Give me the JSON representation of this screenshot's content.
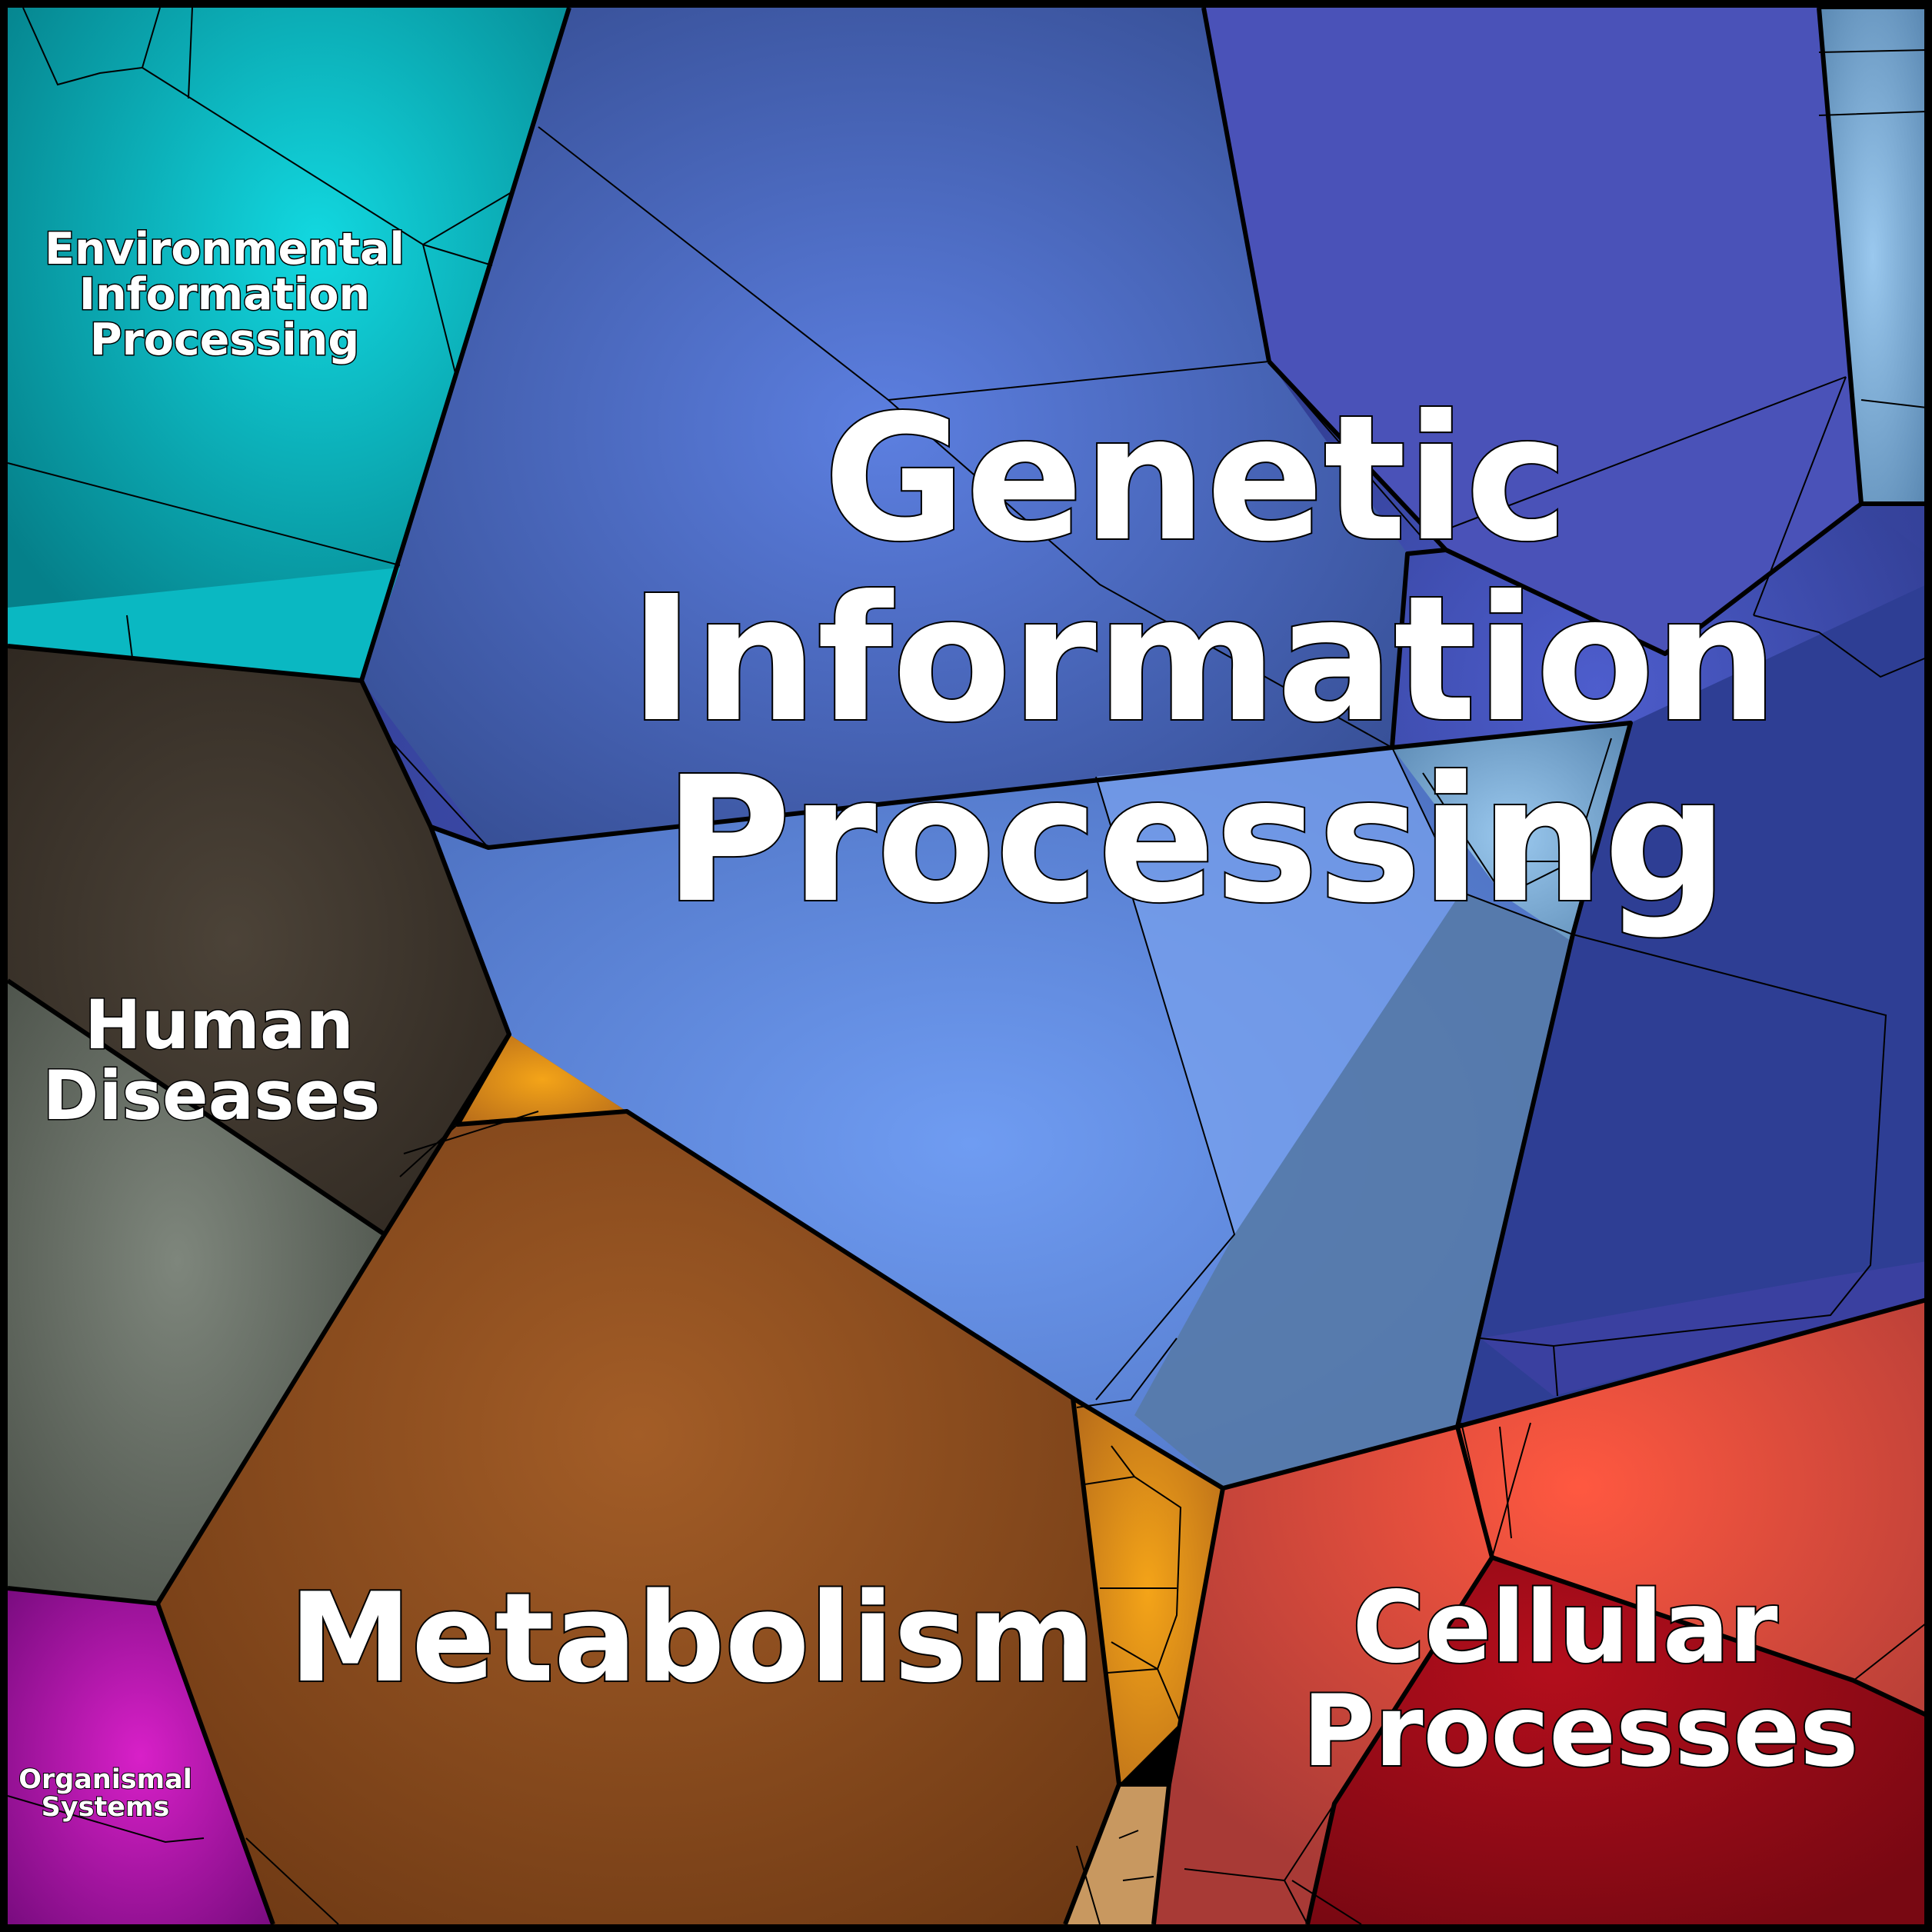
{
  "categories": [
    {
      "key": "genetic",
      "lines": [
        "Genetic",
        "Information",
        "Processing"
      ]
    },
    {
      "key": "environmental",
      "lines": [
        "Environmental",
        "Information",
        "Processing"
      ]
    },
    {
      "key": "human",
      "lines": [
        "Human",
        "Diseases"
      ]
    },
    {
      "key": "metabolism",
      "lines": [
        "Metabolism"
      ]
    },
    {
      "key": "cellular",
      "lines": [
        "Cellular",
        "Processes"
      ]
    },
    {
      "key": "organismal",
      "lines": [
        "Organismal",
        "Systems"
      ]
    }
  ],
  "colors": {
    "genetic": "#4a63b8",
    "environmental": "#079aa3",
    "human": "#3a3028",
    "human_grey": "#6a7068",
    "metabolism": "#83451a",
    "cellular": "#c0403e",
    "organismal": "#a0109a",
    "amber": "#d88a1e"
  }
}
